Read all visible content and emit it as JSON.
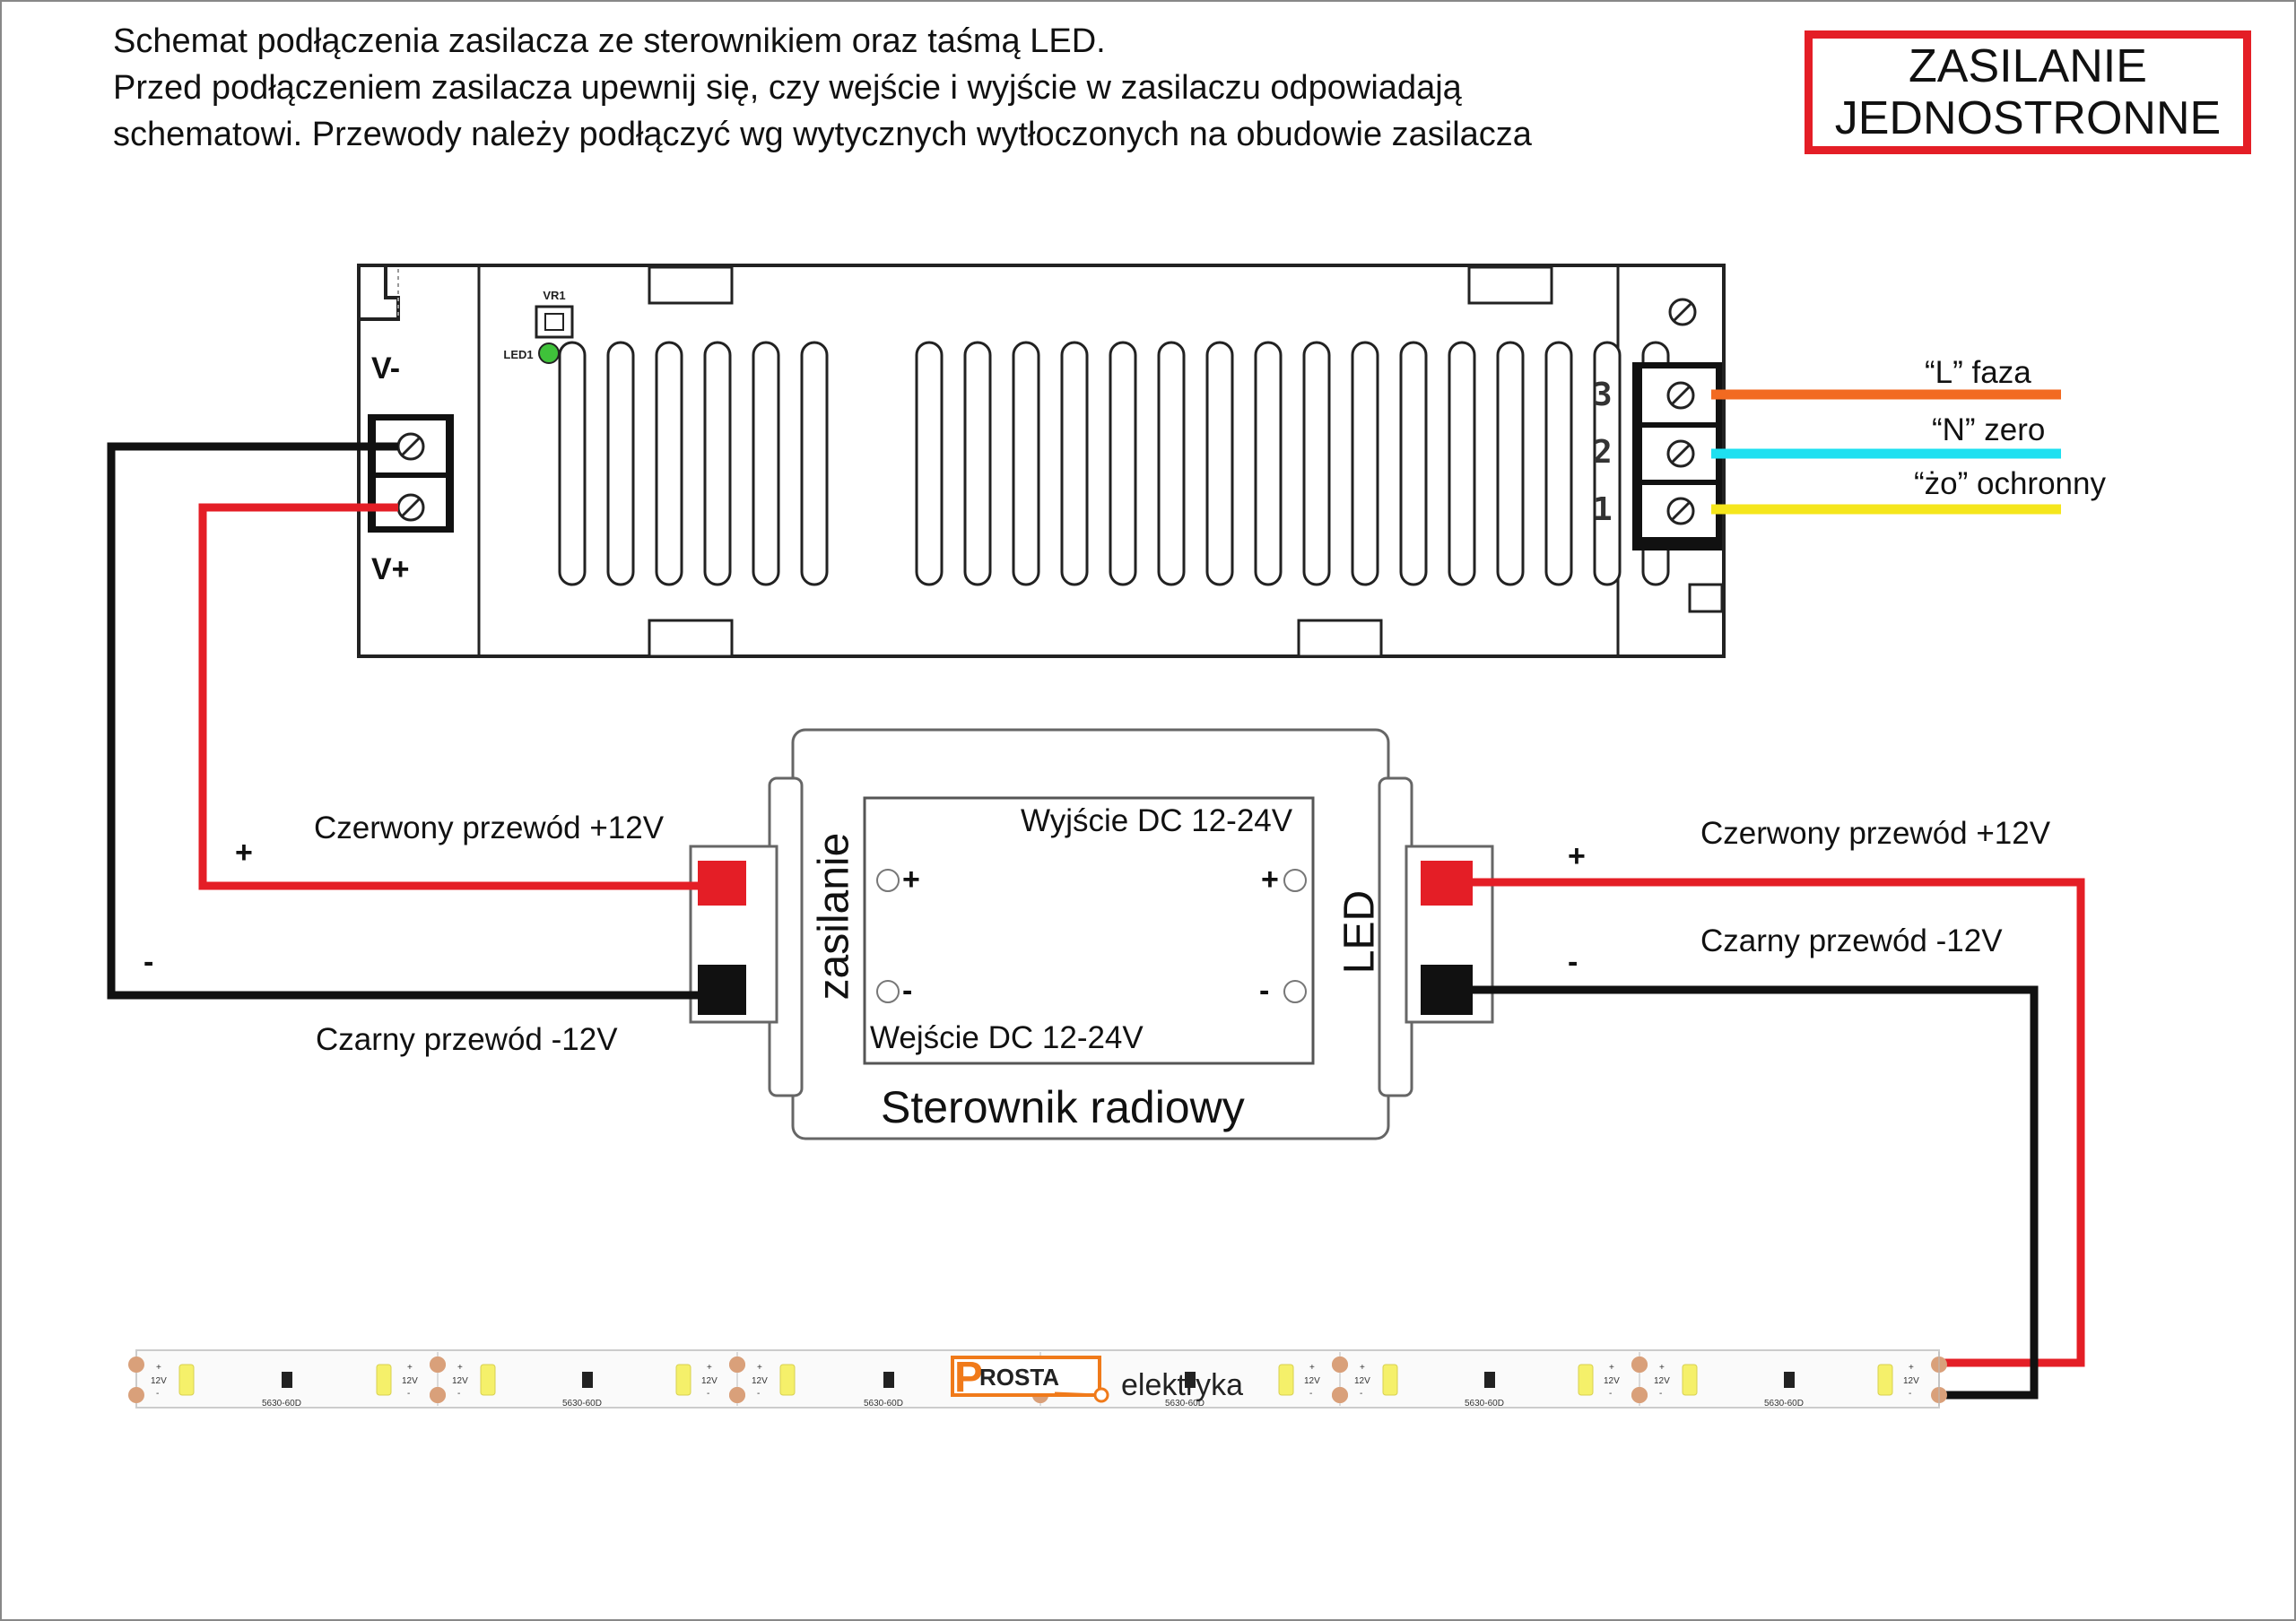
{
  "intro": {
    "line1": "Schemat podłączenia zasilacza ze sterownikiem oraz taśmą LED.",
    "line2": "Przed podłączeniem zasilacza upewnij się, czy wejście i wyjście w zasilaczu odpowiadają",
    "line3": "schematowi. Przewody należy podłączyć wg wytycznych wytłoczonych na obudowie zasilacza"
  },
  "banner": {
    "text": "ZASILANIE\nJEDNOSTRONNE",
    "color": "#e41e26"
  },
  "power_supply": {
    "minus_label": "V-",
    "plus_label": "V+",
    "board_marks": [
      "VR1",
      "LED1"
    ],
    "terminals": [
      "3",
      "2",
      "1"
    ]
  },
  "mains": [
    {
      "label": "“L” faza",
      "color": "#f26a21"
    },
    {
      "label": "“N” zero",
      "color": "#1ee0f0"
    },
    {
      "label": "“żo” ochronny",
      "color": "#f5e61c"
    }
  ],
  "controller": {
    "title": "Sterownik radiowy",
    "side_input": "zasilanie",
    "side_output": "LED",
    "output_text": "Wyjście DC 12-24V",
    "input_text": "Wejście DC 12-24V",
    "plus": "+",
    "minus": "-"
  },
  "left_wires": {
    "red_label": "Czerwony przewód +12V",
    "black_label": "Czarny przewód -12V",
    "plus": "+",
    "minus": "-"
  },
  "right_wires": {
    "red_label": "Czerwony przewód +12V",
    "black_label": "Czarny przewód -12V",
    "plus": "+",
    "minus": "-"
  },
  "led_strip": {
    "model": "5630-60D",
    "voltage": "12V",
    "plus": "+",
    "minus": "-",
    "logo_top": "ROSTA",
    "logo_p": "P",
    "logo_bottom": "elektryka"
  },
  "colors": {
    "red_wire": "#e41e26",
    "black_wire": "#111111",
    "led_yellow": "#f5f06a",
    "pad": "#d9a07a"
  }
}
